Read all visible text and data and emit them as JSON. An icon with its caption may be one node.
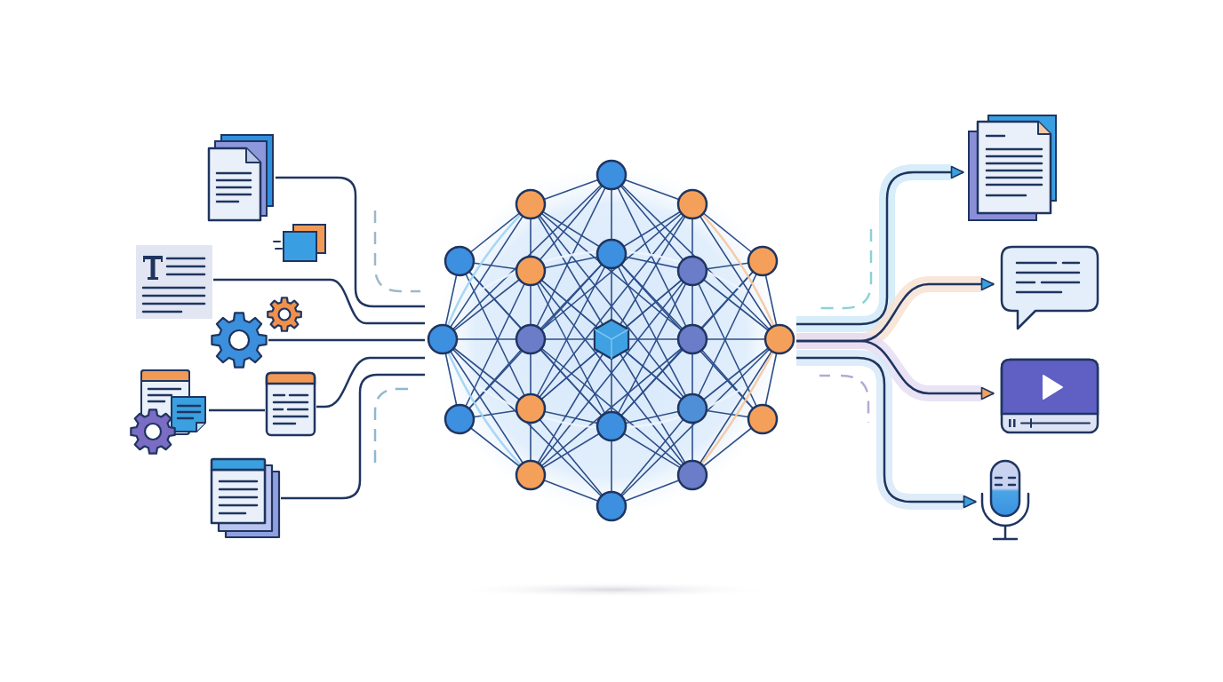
{
  "diagram": {
    "nodes": [
      {
        "text": [],
        "shape": "picture"
      },
      {
        "text": [],
        "shape": "picture"
      },
      {
        "text": [],
        "shape": "picture"
      },
      {
        "text": [],
        "shape": "picture"
      },
      {
        "text": [],
        "shape": "picture"
      },
      {
        "text": [],
        "shape": "picture"
      },
      {
        "text": [],
        "shape": "picture"
      },
      {
        "text": [],
        "shape": "picture"
      },
      {
        "text": [],
        "shape": "picture"
      },
      {
        "text": [],
        "shape": "picture"
      },
      {
        "text": [],
        "shape": "picture"
      }
    ],
    "edges": [
      {
        "from": 0,
        "to": 6,
        "arrow": "none"
      },
      {
        "from": 1,
        "to": 6,
        "arrow": "none"
      },
      {
        "from": 2,
        "to": 6,
        "arrow": "none"
      },
      {
        "from": 3,
        "to": 4,
        "arrow": "none"
      },
      {
        "from": 4,
        "to": 6,
        "arrow": "none"
      },
      {
        "from": 5,
        "to": 6,
        "arrow": "none"
      },
      {
        "from": 6,
        "to": 7,
        "arrow": "to"
      },
      {
        "from": 6,
        "to": 8,
        "arrow": "to"
      },
      {
        "from": 6,
        "to": 9,
        "arrow": "to"
      },
      {
        "from": 6,
        "to": 10,
        "arrow": "to"
      }
    ]
  }
}
